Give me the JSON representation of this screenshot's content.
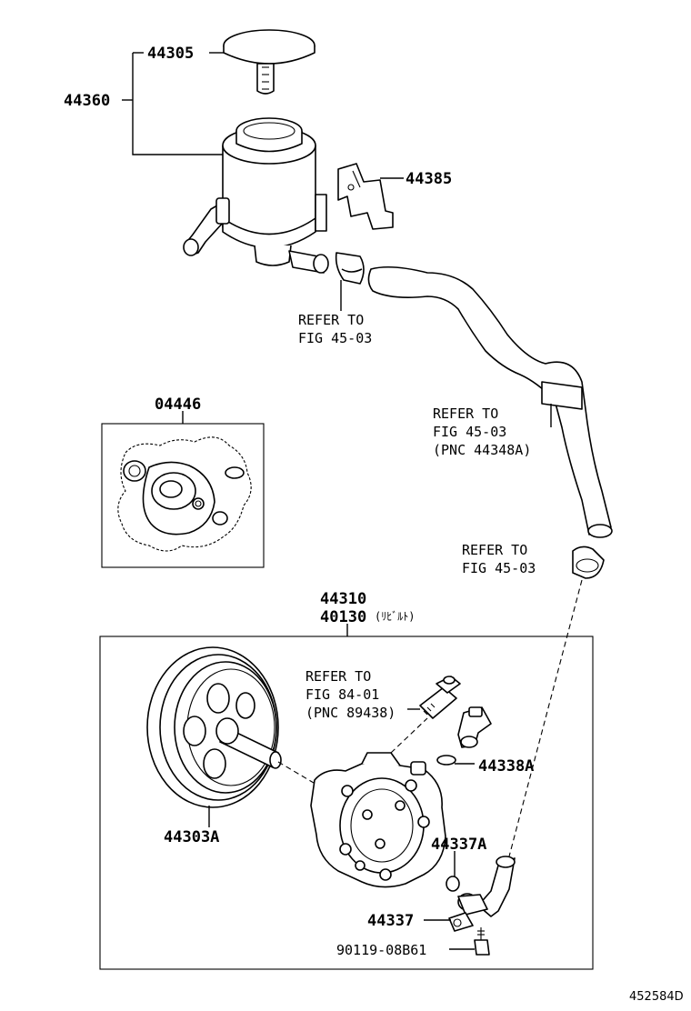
{
  "labels": {
    "p44305": "44305",
    "p44360": "44360",
    "p44385": "44385",
    "p04446": "04446",
    "p44310": "44310",
    "p40130": "40130",
    "p40130_suffix": "(ﾘﾋﾞﾙﾄ)",
    "p44303A": "44303A",
    "p44338A": "44338A",
    "p44337A": "44337A",
    "p44337": "44337",
    "p90119": "90119-08B61"
  },
  "refs": {
    "ref1": [
      "REFER TO",
      "FIG 45-03"
    ],
    "ref2": [
      "REFER TO",
      "FIG 45-03",
      "(PNC 44348A)"
    ],
    "ref3": [
      "REFER TO",
      "FIG 45-03"
    ],
    "ref4": [
      "REFER TO",
      "FIG 84-01",
      "(PNC 89438)"
    ]
  },
  "doc_id": "452584D"
}
